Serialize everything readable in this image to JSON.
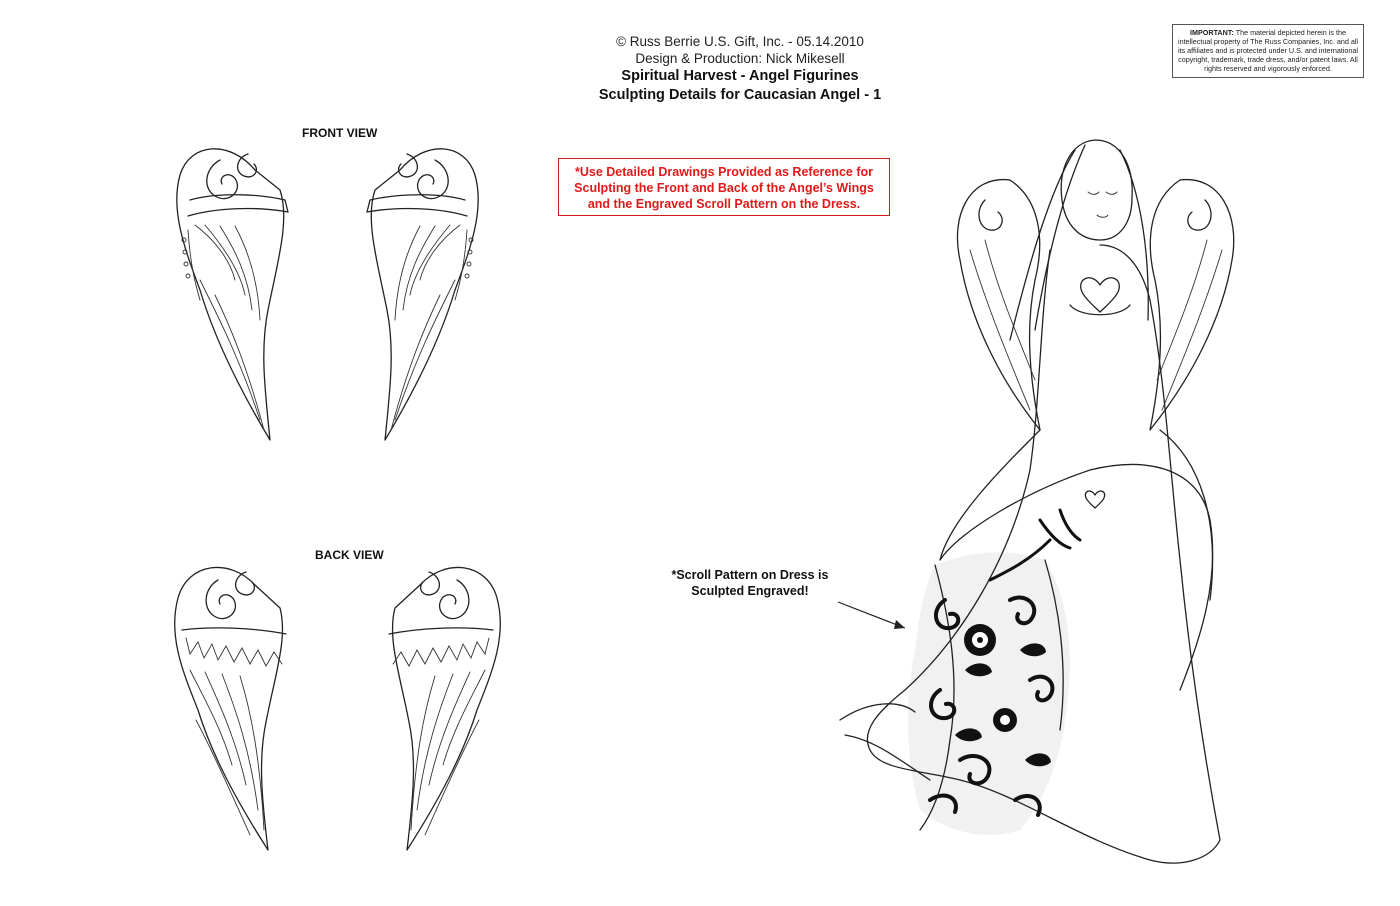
{
  "header": {
    "copyright": "© Russ Berrie U.S. Gift, Inc. - 05.14.2010",
    "credit": "Design & Production: Nick Mikesell",
    "title": "Spiritual Harvest - Angel Figurines",
    "subtitle": "Sculpting Details for Caucasian Angel - 1"
  },
  "notice": {
    "label": "IMPORTANT:",
    "text": "The material depicted herein is the intellectual  property of The Russ Companies, Inc. and all its affiliates and is protected under U.S. and international copyright, trademark, trade dress, and/or patent laws. All rights reserved and  vigorously enforced."
  },
  "views": {
    "front": "FRONT VIEW",
    "back": "BACK VIEW"
  },
  "instruction": "*Use Detailed Drawings Provided as Reference for Sculpting the Front and Back of the Angel’s Wings and the Engraved Scroll Pattern on the Dress.",
  "callout": {
    "line1": "*Scroll Pattern on Dress is",
    "line2": "Sculpted Engraved!"
  },
  "colors": {
    "instruction_red": "#e01a1a",
    "ink": "#111111"
  }
}
